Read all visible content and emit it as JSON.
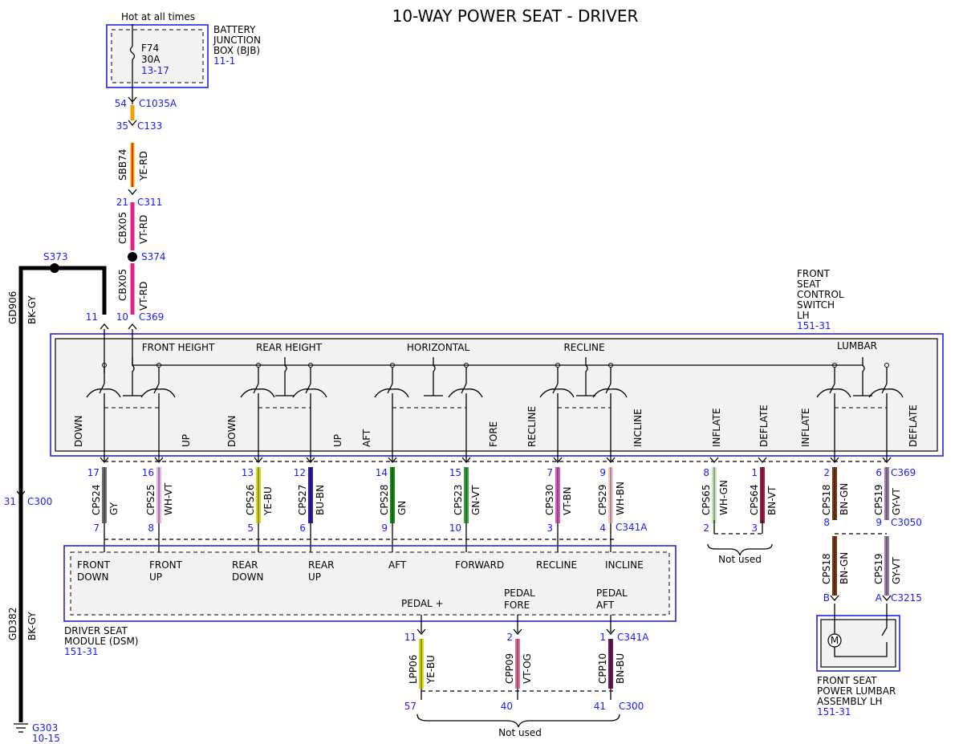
{
  "title": "10-WAY POWER SEAT - DRIVER",
  "bjb": {
    "hot": "Hot at all times",
    "name": [
      "BATTERY",
      "JUNCTION",
      "BOX (BJB)"
    ],
    "ref": "11-1",
    "fuse": "F74",
    "amps": "30A",
    "fuse_ref": "13-17"
  },
  "feed": {
    "c1035a_pin": "54",
    "c1035a": "C1035A",
    "c133_pin": "35",
    "c133": "C133",
    "w1_circuit": "SBB74",
    "w1_color": "YE-RD",
    "c311_pin": "21",
    "c311": "C311",
    "w2_circuit": "CBX05",
    "w2_color": "VT-RD",
    "splice": "S374",
    "w3_circuit": "CBX05",
    "w3_color": "VT-RD",
    "c369_pin": "10",
    "c369": "C369"
  },
  "ground": {
    "splice": "S373",
    "w1_circuit": "GD906",
    "w1_color": "BK-GY",
    "pin11": "11",
    "c300_pin": "31",
    "c300": "C300",
    "w2_circuit": "GD382",
    "w2_color": "BK-GY",
    "g": "G303",
    "g_ref": "10-15"
  },
  "switch": {
    "name": [
      "FRONT",
      "SEAT",
      "CONTROL",
      "SWITCH",
      "LH"
    ],
    "ref": "151-31",
    "groups": [
      "FRONT HEIGHT",
      "REAR HEIGHT",
      "HORIZONTAL",
      "RECLINE",
      "LUMBAR"
    ],
    "labels": [
      "DOWN",
      "UP",
      "DOWN",
      "UP",
      "AFT",
      "FORE",
      "RECLINE",
      "INCLINE",
      "INFLATE",
      "DEFLATE",
      "INFLATE",
      "DEFLATE"
    ]
  },
  "wires": [
    {
      "top": "17",
      "circuit": "CPS24",
      "color": "GY",
      "bot": "7"
    },
    {
      "top": "16",
      "circuit": "CPS25",
      "color": "WH-VT",
      "bot": "8"
    },
    {
      "top": "13",
      "circuit": "CPS26",
      "color": "YE-BU",
      "bot": "5"
    },
    {
      "top": "12",
      "circuit": "CPS27",
      "color": "BU-BN",
      "bot": "6"
    },
    {
      "top": "14",
      "circuit": "CPS28",
      "color": "GN",
      "bot": "9"
    },
    {
      "top": "15",
      "circuit": "CPS23",
      "color": "GN-VT",
      "bot": "10"
    },
    {
      "top": "7",
      "circuit": "CPS30",
      "color": "VT-BN",
      "bot": "3"
    },
    {
      "top": "9",
      "circuit": "CPS29",
      "color": "WH-BN",
      "bot": "4"
    },
    {
      "top": "8",
      "circuit": "CPS65",
      "color": "WH-GN",
      "bot": "2"
    },
    {
      "top": "1",
      "circuit": "CPS64",
      "color": "BN-VT",
      "bot": "3"
    },
    {
      "top": "2",
      "circuit": "CPS18",
      "color": "BN-GN",
      "bot": "8"
    },
    {
      "top": "6",
      "circuit": "CPS19",
      "color": "GY-VT",
      "bot": "9"
    }
  ],
  "c369b": "C369",
  "c341a": "C341A",
  "c3050": "C3050",
  "not_used": "Not used",
  "dsm": {
    "name": [
      "DRIVER SEAT",
      "MODULE (DSM)"
    ],
    "ref": "151-31",
    "labels": [
      [
        "FRONT",
        "DOWN"
      ],
      [
        "FRONT",
        "UP"
      ],
      [
        "REAR",
        "DOWN"
      ],
      [
        "REAR",
        "UP"
      ],
      [
        "AFT"
      ],
      [
        "FORWARD"
      ],
      [
        "RECLINE"
      ],
      [
        "INCLINE"
      ]
    ],
    "pedal": [
      [
        "PEDAL +"
      ],
      [
        "PEDAL",
        "FORE"
      ],
      [
        "PEDAL",
        "AFT"
      ]
    ]
  },
  "pedal_wires": [
    {
      "top": "11",
      "circuit": "LPP06",
      "color": "YE-BU",
      "bot": "57"
    },
    {
      "top": "2",
      "circuit": "CPP09",
      "color": "VT-OG",
      "bot": "40"
    },
    {
      "top": "1",
      "circuit": "CPP10",
      "color": "BN-BU",
      "bot": "41"
    }
  ],
  "pedal_c341a": "C341A",
  "pedal_c300": "C300",
  "lumbar": {
    "w1": {
      "circuit": "CPS18",
      "color": "BN-GN",
      "pin": "B"
    },
    "w2": {
      "circuit": "CPS19",
      "color": "GY-VT",
      "pin": "A"
    },
    "c3215": "C3215",
    "motor": "M",
    "name": [
      "FRONT SEAT",
      "POWER LUMBAR",
      "ASSEMBLY LH"
    ],
    "ref": "151-31"
  },
  "colors": {
    "YE-RD": "#f0a000",
    "VT-RD": "#e0208a",
    "GY": "#707070",
    "WH-VT": "#e8b0e8",
    "YE-BU": "#d8d820",
    "BU-BN": "#3020a0",
    "GN": "#1a8a1a",
    "GN-VT": "#3aa03a",
    "VT-BN": "#d060c0",
    "WH-BN": "#f0c8c8",
    "WH-GN": "#c8e8c0",
    "BN-VT": "#a02040",
    "BN-GN": "#7a3a1a",
    "GY-VT": "#9a80a8",
    "VT-OG": "#e07090",
    "BN-BU": "#6a1a5a"
  }
}
